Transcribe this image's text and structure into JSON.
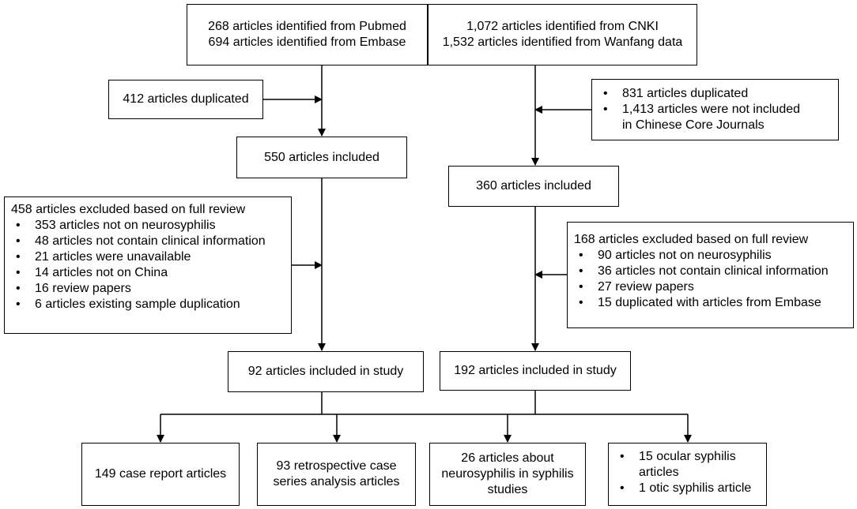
{
  "left_branch": {
    "sources": [
      "268 articles identified from Pubmed",
      "694 articles identified from Embase"
    ],
    "duplicated": "412 articles duplicated",
    "included": "550 articles included",
    "excluded": {
      "heading": "458 articles excluded based on full review",
      "items": [
        "353 articles not on neurosyphilis",
        "48 articles not contain clinical information",
        "21 articles were unavailable",
        "14 articles not on China",
        "16 review papers",
        "6 articles existing sample duplication"
      ]
    },
    "in_study": "92 articles included in study"
  },
  "right_branch": {
    "sources": [
      "1,072 articles identified from CNKI",
      "1,532 articles identified from Wanfang data"
    ],
    "removed": {
      "items": [
        "831 articles duplicated",
        "1,413 articles were not included"
      ],
      "continuation": "in Chinese Core Journals"
    },
    "included": "360 articles included",
    "excluded": {
      "heading": "168 articles excluded based on full review",
      "items": [
        "90 articles not on neurosyphilis",
        "36 articles not contain clinical information",
        "27 review papers",
        "15 duplicated with articles from Embase"
      ]
    },
    "in_study": "192 articles included in study"
  },
  "outcomes": {
    "case_report": "149 case report articles",
    "retrospective": [
      "93 retrospective case",
      "series analysis articles"
    ],
    "neurosyphilis": [
      "26 articles about",
      "neurosyphilis in syphilis",
      "studies"
    ],
    "ocular_otic": {
      "items": [
        "15 ocular syphilis",
        "1 otic syphilis article"
      ],
      "continuation": "articles"
    }
  }
}
